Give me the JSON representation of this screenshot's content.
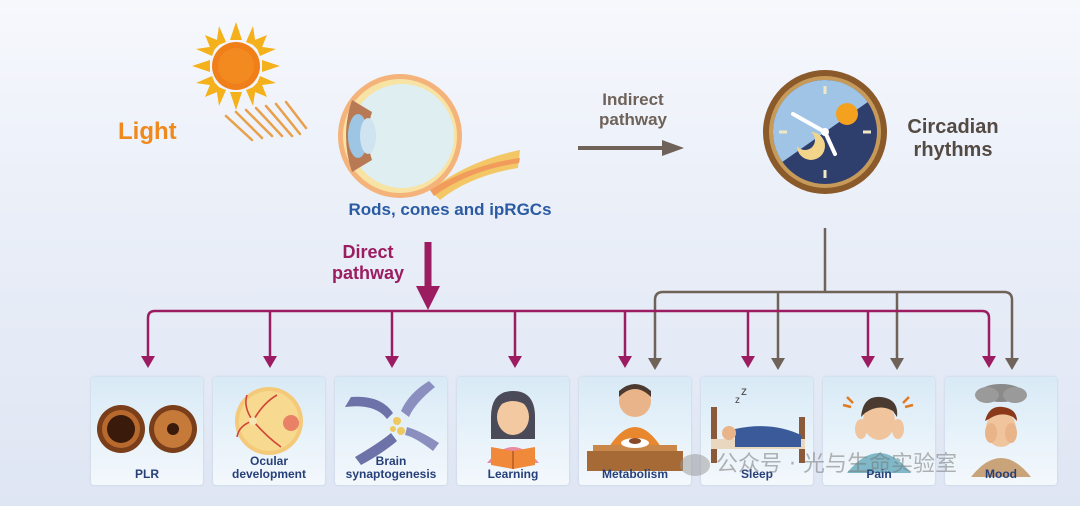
{
  "labels": {
    "light": "Light",
    "receptors": "Rods, cones and ipRGCs",
    "indirect": "Indirect pathway",
    "circadian": "Circadian rhythms",
    "direct": "Direct pathway"
  },
  "outcomes": [
    {
      "label": "PLR"
    },
    {
      "label": "Ocular development"
    },
    {
      "label": "Brain synaptogenesis"
    },
    {
      "label": "Learning"
    },
    {
      "label": "Metabolism"
    },
    {
      "label": "Sleep"
    },
    {
      "label": "Pain"
    },
    {
      "label": "Mood"
    }
  ],
  "watermark": "公众号 · 光与生命实验室",
  "colors": {
    "direct_arrow": "#9b1c60",
    "indirect_arrow": "#6e6259",
    "light_text": "#f0891c",
    "receptor_text": "#2a5ba3"
  }
}
